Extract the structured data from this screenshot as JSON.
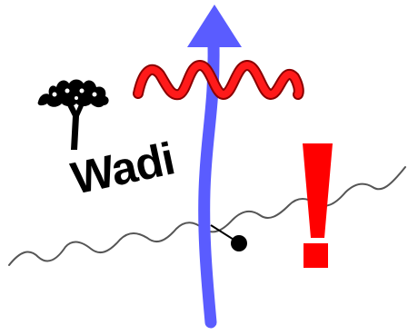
{
  "label": "Wadi",
  "colors": {
    "background": "#ffffff",
    "arrow": "#5a5cff",
    "wave": "#ff0000",
    "wave_outline": "#8a0000",
    "line": "#555555",
    "exclamation": "#ff0000",
    "tree": "#000000",
    "text": "#000000"
  },
  "icons": {
    "tree": "acacia-tree-icon",
    "arrow": "up-arrow",
    "wave": "wave-squiggle",
    "exclamation": "exclamation-icon"
  }
}
